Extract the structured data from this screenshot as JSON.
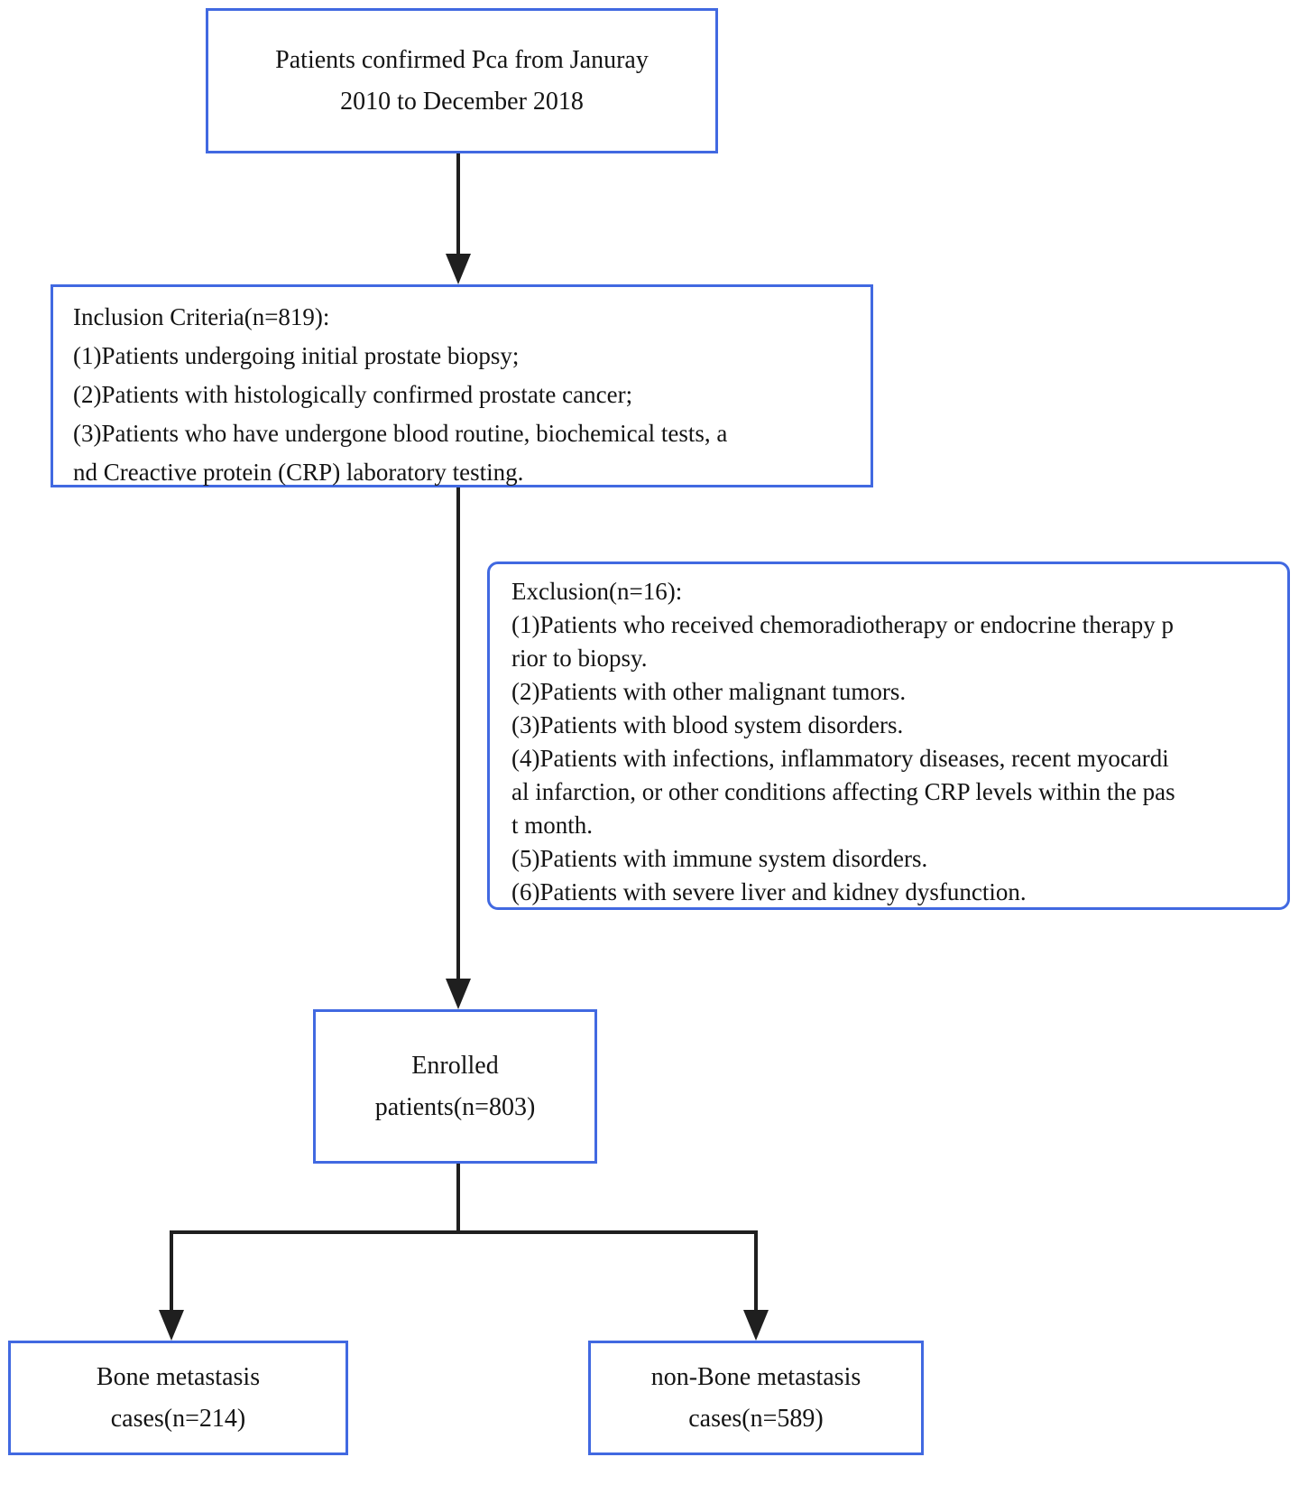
{
  "colors": {
    "box_border": "#4169E1",
    "arrow": "#1f1f1f",
    "text": "#141414",
    "background": "#ffffff"
  },
  "boxes": {
    "top": {
      "lines": [
        "Patients confirmed Pca from Januray",
        "2010 to December 2018"
      ]
    },
    "inclusion": {
      "lines": [
        "Inclusion Criteria(n=819):",
        "(1)Patients undergoing initial prostate biopsy;",
        "(2)Patients with histologically confirmed prostate cancer;",
        "(3)Patients who have undergone blood routine, biochemical tests, a",
        "nd Creactive protein (CRP) laboratory testing."
      ]
    },
    "exclusion": {
      "lines": [
        "Exclusion(n=16):",
        "(1)Patients who received chemoradiotherapy or endocrine therapy p",
        "rior to biopsy.",
        "(2)Patients with other malignant tumors.",
        "(3)Patients with blood system disorders.",
        "(4)Patients with infections, inflammatory diseases, recent myocardi",
        "al infarction, or other conditions affecting CRP levels within the pas",
        "t month.",
        "(5)Patients with immune system disorders.",
        "(6)Patients with severe liver and kidney dysfunction."
      ]
    },
    "enrolled": {
      "lines": [
        "Enrolled",
        "patients(n=803)"
      ]
    },
    "bone": {
      "lines": [
        "Bone metastasis",
        "cases(n=214)"
      ]
    },
    "non_bone": {
      "lines": [
        "non-Bone metastasis",
        "cases(n=589)"
      ]
    }
  }
}
